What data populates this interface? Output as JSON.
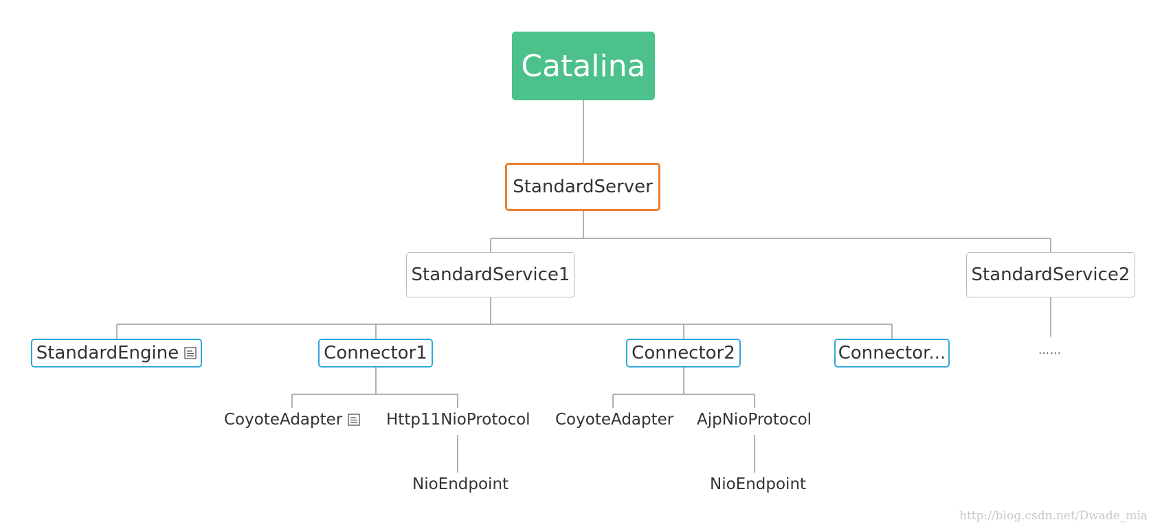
{
  "diagram": {
    "root": "Catalina",
    "server": "StandardServer",
    "service1": "StandardService1",
    "service2": "StandardService2",
    "service2_child": "……",
    "engine": "StandardEngine",
    "connector1": "Connector1",
    "connector2": "Connector2",
    "connector3": "Connector...",
    "c1_adapter": "CoyoteAdapter",
    "c1_protocol": "Http11NioProtocol",
    "c1_endpoint": "NioEndpoint",
    "c2_adapter": "CoyoteAdapter",
    "c2_protocol": "AjpNioProtocol",
    "c2_endpoint": "NioEndpoint"
  },
  "icons": {
    "note": "note-icon"
  },
  "colors": {
    "root_fill": "#4cc18b",
    "server_border": "#ec7f30",
    "connector_border": "#2fa8dc",
    "service_border": "#bbbbbb",
    "line": "#999999"
  },
  "watermark": "http://blog.csdn.net/Dwade_mia"
}
